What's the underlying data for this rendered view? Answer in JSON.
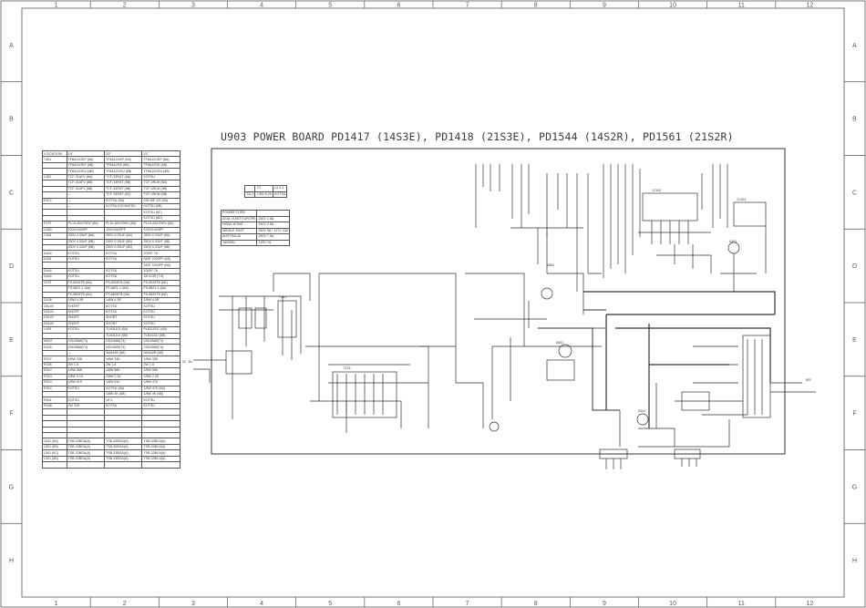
{
  "title": "U903 POWER BOARD PD1417 (14S3E), PD1418 (21S3E), PD1544 (14S2R), PD1561 (21S2R)",
  "columns": [
    "1",
    "2",
    "3",
    "4",
    "5",
    "6",
    "7",
    "8",
    "9",
    "10",
    "11",
    "12"
  ],
  "rows": [
    "A",
    "B",
    "C",
    "D",
    "E",
    "F",
    "G",
    "H"
  ],
  "location_table": {
    "headers": [
      "LOCATION",
      "14\"",
      "20\"",
      "21\""
    ],
    "rows": [
      [
        "T461",
        "TF8A12GEF (6A)",
        "TF8A12GEF (6A)",
        "TF8A12GEF (6A)"
      ],
      [
        "",
        "TF8A12GEF (6B)",
        "TF8A12GE (6B)",
        "TF8A12GE (6B)"
      ],
      [
        "",
        "TF8A12GEU (6B)",
        "TF8A12GEU (6B)",
        "TF8A12GEU (6B)"
      ],
      [
        "L462",
        "TCF-31AFV (6A)",
        "TCF-33FMT (6A)",
        "KOTSU"
      ],
      [
        "",
        "TCF-31AFV (6B)",
        "TCF-33FMT (6B)",
        "TCF-4RLW (6A)"
      ],
      [
        "",
        "TCF-31AFV (6B)",
        "TCF-33FMT (6B)",
        "TCF-4RLW (6B)"
      ],
      [
        "",
        "---",
        "TCF-33FMT (6C)",
        "TCF-4RLW (6B)"
      ],
      [
        "R472",
        "---",
        "KOTSU (6A)",
        "22K MF-1/2 (6A)"
      ],
      [
        "",
        "---",
        "KOTSU EXCHATSU",
        "KOTSU (6B)"
      ],
      [
        "",
        "",
        "",
        "KOTSU (6C)"
      ],
      [
        "",
        "",
        "",
        "KOTSU (6D)"
      ],
      [
        "F470",
        "PL10-A91/250V (6A)",
        "PL10-A91/250V (6A)",
        "PL10-A91/250V (6A)"
      ],
      [
        "C460",
        "100V/1000PF",
        "100V/1000PF",
        "100V/1000PF"
      ],
      [
        "C461",
        "250V 0.33UF (6A)",
        "250V 0.33UF (6A)",
        "250V 0.33UF (6A)"
      ],
      [
        "",
        "250V 0.33UF (6B)",
        "250V 0.33UF (6B)",
        "250V 0.33UF (6B)"
      ],
      [
        "",
        "250V 0.33UF (6B)",
        "250V 0.33UF (6B)",
        "250V 0.33UF (6B)"
      ],
      [
        "D444",
        "KOTSU",
        "KOTSU",
        "1000F 7A"
      ],
      [
        "D481",
        "KOTSU",
        "KOTSU",
        "330F 2200PF (6A)"
      ],
      [
        "",
        "",
        "",
        "330F 2200PF (6B)"
      ],
      [
        "D444",
        "KOTSU",
        "KOTSU",
        "1000F 7A"
      ],
      [
        "D444",
        "KOTSU",
        "KOTSU",
        "1M 4.0R (7.5)"
      ],
      [
        "Z470",
        "FS-8026TB (6A)",
        "FS-8026TB (6A)",
        "FS-8026TB (6A)"
      ],
      [
        "",
        "FS-8821-1 (6A)",
        "FS-8821-1 (6A)",
        "FS-8821-1 (6A)"
      ],
      [
        "",
        "FS-8826TB (6A)",
        "FS-8826TB (6A)",
        "FS-8826TB (6A)"
      ],
      [
        "D108",
        "1/8W 4.3R",
        "1/8W 4.3R",
        "1/8W 4.3R"
      ],
      [
        "D5149",
        "SHORT",
        "KOTSU",
        "KOTSU"
      ],
      [
        "D5149",
        "SHORT",
        "KOTSU",
        "KOTSU"
      ],
      [
        "D5149",
        "SHORT",
        "SHORT",
        "KOTSU"
      ],
      [
        "D5149",
        "SHORT",
        "SHORT",
        "KOTSU"
      ],
      [
        "L449",
        "KOTSU",
        "TLN3110J (6A)",
        "PL8210GC (6A)"
      ],
      [
        "",
        "---",
        "TLN3110J (6B)",
        "TLN3110J (6B)"
      ],
      [
        "W402",
        "2SD2688(T4)",
        "2SD2688(T4)",
        "2SD2688(T4)"
      ],
      [
        "D426",
        "2SD2688(T4)",
        "2SD2689(T4)",
        "2SD2688(T4)"
      ],
      [
        "",
        "---",
        "3MA42B (6A)",
        "3MA42B (6B)"
      ],
      [
        "R227",
        "1/8W 33K",
        "1/8W 33K",
        "1/8W 33K"
      ],
      [
        "R326",
        "2W 1.8",
        "2W 1.8",
        "2W 1.8"
      ],
      [
        "R310",
        "1/8W 56K",
        "1/8W 56K",
        "1/8W 56K"
      ],
      [
        "R313",
        "1/8W 0.1K",
        "1/8W 2.2K",
        "1/8W 2.2K"
      ],
      [
        "R319",
        "1/8W 51K",
        "1/8W 51K",
        "1/8W 47K"
      ],
      [
        "R314",
        "KOTSU",
        "KOTSU (6A)",
        "1/8W 47K (6A)"
      ],
      [
        "",
        "",
        "1/8W 4K (6B)",
        "1/8W 4K (6B)"
      ],
      [
        "R441",
        "KOTSU",
        "1K 0",
        "KOTSU"
      ],
      [
        "R448",
        "2W 33R",
        "KOTSU",
        "KOTSU"
      ],
      [
        "",
        "",
        "",
        ""
      ],
      [
        "",
        "",
        "",
        ""
      ],
      [
        "",
        "",
        "",
        ""
      ],
      [
        "",
        "",
        "",
        ""
      ],
      [
        "",
        "",
        "",
        ""
      ],
      [
        "L531 (6A)",
        "TSB-33BGA(A)",
        "TSB-33BGA(A)",
        "TSB-33BLN(A)"
      ],
      [
        "L501 (6B)",
        "TSB-33BGA(A)",
        "TSB-33BGA(A)",
        "TSB-33BLN(A)"
      ],
      [
        "L501 (6C)",
        "TSB-33BGA(A)",
        "TSB-33BGA(A)",
        "TSB-33BLN(A)"
      ],
      [
        "L501 (6D)",
        "TSB-33BGA(A)",
        "TSB-33BGA(A)",
        "TSB-33BLN(A)"
      ],
      [
        "",
        "",
        "",
        ""
      ]
    ]
  },
  "fuse_table": {
    "rows": [
      [
        "",
        "T.2",
        "14.3.2"
      ],
      [
        "T2L3",
        "1.5W 8.2K",
        "KOTSU"
      ]
    ]
  },
  "power_table": {
    "rows": [
      [
        "POWER CORD",
        ""
      ],
      [
        "ASIA / EAST EUROPE",
        "250V 2.5A"
      ],
      [
        "HONG KONG",
        "250V 2.5A"
      ],
      [
        "MIDDLE EAST",
        "250V 5A / 127V 10A"
      ],
      [
        "AUSTRALIA",
        "250V 7.5A"
      ],
      [
        "TAIWAN",
        "125V 7A"
      ]
    ]
  }
}
